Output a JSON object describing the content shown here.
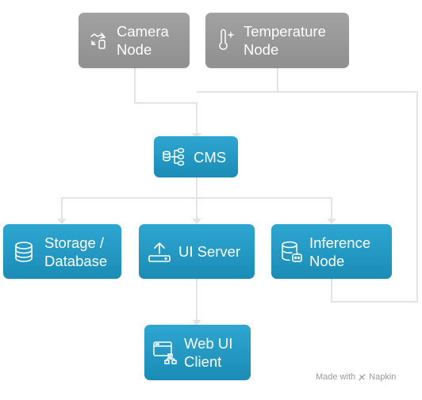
{
  "nodes": {
    "camera": {
      "label": "Camera\nNode",
      "icon": "camera-swap-icon"
    },
    "temperature": {
      "label": "Temperature\nNode",
      "icon": "thermometer-icon"
    },
    "cms": {
      "label": "CMS",
      "icon": "hierarchy-database-icon"
    },
    "storage": {
      "label": "Storage /\nDatabase",
      "icon": "database-icon"
    },
    "ui_server": {
      "label": "UI Server",
      "icon": "upload-server-icon"
    },
    "inference": {
      "label": "Inference\nNode",
      "icon": "database-robot-icon"
    },
    "web_client": {
      "label": "Web UI\nClient",
      "icon": "browser-network-icon"
    }
  },
  "colors": {
    "device_node": "#999999",
    "system_node": "#1e96c0",
    "connector": "#e4e4e4"
  },
  "watermark": {
    "prefix": "Made with",
    "brand": "Napkin"
  }
}
